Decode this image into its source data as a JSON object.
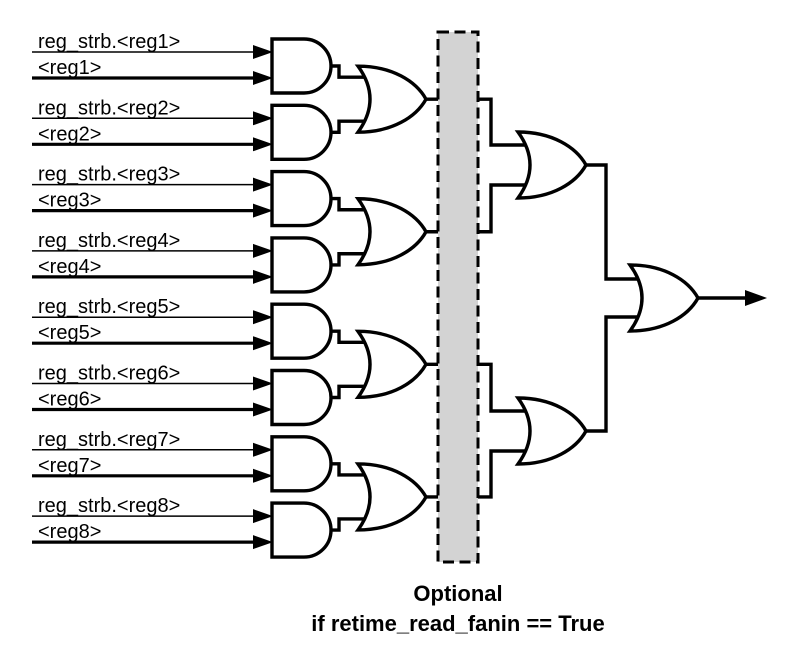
{
  "diagram": {
    "inputs": [
      {
        "strobe": "reg_strb.<reg1>",
        "value": "<reg1>"
      },
      {
        "strobe": "reg_strb.<reg2>",
        "value": "<reg2>"
      },
      {
        "strobe": "reg_strb.<reg3>",
        "value": "<reg3>"
      },
      {
        "strobe": "reg_strb.<reg4>",
        "value": "<reg4>"
      },
      {
        "strobe": "reg_strb.<reg5>",
        "value": "<reg5>"
      },
      {
        "strobe": "reg_strb.<reg6>",
        "value": "<reg6>"
      },
      {
        "strobe": "reg_strb.<reg7>",
        "value": "<reg7>"
      },
      {
        "strobe": "reg_strb.<reg8>",
        "value": "<reg8>"
      }
    ],
    "gate_types": {
      "stage1_input": "AND",
      "stage2": "OR",
      "stage3": "OR",
      "final": "OR"
    },
    "caption": {
      "line1": "Optional",
      "line2": "if retime_read_fanin == True"
    },
    "colors": {
      "line": "#000000",
      "gate_fill": "#ffffff",
      "optional_region_fill": "#d3d3d3",
      "background": "#ffffff"
    }
  }
}
